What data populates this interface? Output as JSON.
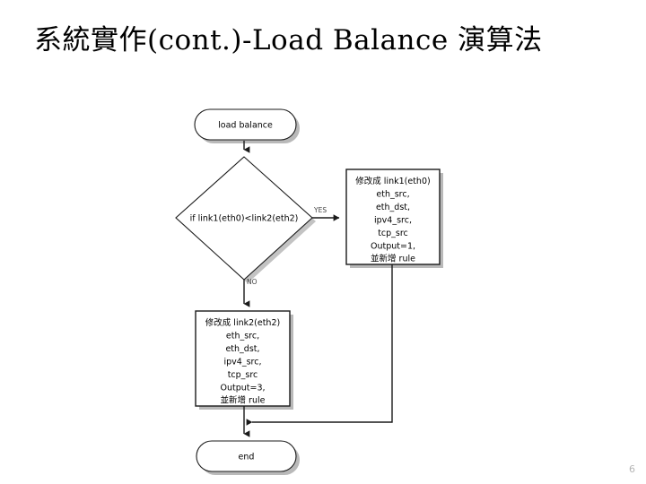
{
  "slide": {
    "title": "系統實作(cont.)-Load Balance 演算法",
    "page_number": "6",
    "background_color": "#ffffff",
    "text_color": "#000000",
    "page_number_color": "#b5b5b5"
  },
  "flowchart": {
    "line_color": "#1a1a1a",
    "shadow_color": "#b9b9b9",
    "nodes": {
      "start": {
        "shape": "rounded-pill",
        "label": "load balance"
      },
      "decision": {
        "shape": "diamond",
        "label": "if link1(eth0)<link2(eth2)"
      },
      "process_yes": {
        "shape": "rectangle",
        "lines": [
          "修改成 link1(eth0)",
          "eth_src,",
          "eth_dst,",
          "ipv4_src,",
          "tcp_src",
          "Output=1,",
          "並新增 rule"
        ]
      },
      "process_no": {
        "shape": "rectangle",
        "lines": [
          "修改成 link2(eth2)",
          "eth_src,",
          "eth_dst,",
          "ipv4_src,",
          "tcp_src",
          "Output=3,",
          "並新增 rule"
        ]
      },
      "end": {
        "shape": "rounded-pill",
        "label": "end"
      }
    },
    "edge_labels": {
      "yes": "YES",
      "no": "NO"
    }
  }
}
